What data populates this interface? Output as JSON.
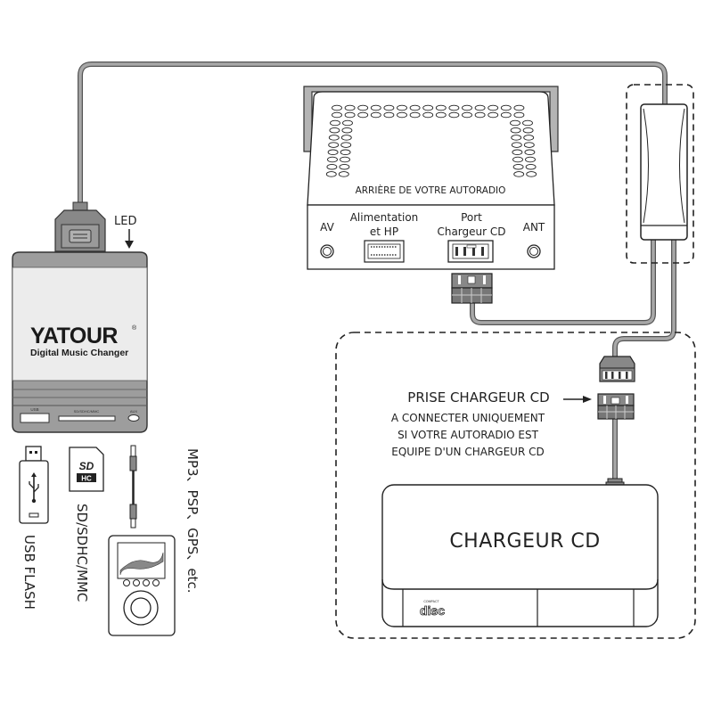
{
  "diagram": {
    "device": {
      "brand": "YATOUR",
      "registered_mark": "®",
      "subtitle": "Digital Music Changer",
      "led_label": "LED",
      "front_usb_label": "USB",
      "front_sd_label": "SD/SDHC/MMC",
      "front_aux_label": "AUX"
    },
    "sources": {
      "usb_label": "USB FLASH",
      "sd_label": "SD/SDHC/MMC",
      "sd_card_text": "SD",
      "sd_card_sub": "HC",
      "players_label": "MP3、PSP、GPS、etc."
    },
    "radio": {
      "title": "ARRIÈRE DE VOTRE AUTORADIO",
      "av_label": "AV",
      "power_label_line1": "Alimentation",
      "power_label_line2": "et HP",
      "port_label_line1": "Port",
      "port_label_line2": "Chargeur CD",
      "ant_label": "ANT"
    },
    "cd_changer_note": {
      "title": "PRISE CHARGEUR CD",
      "line1": "A CONNECTER UNIQUEMENT",
      "line2": "SI  VOTRE AUTORADIO EST",
      "line3": "EQUIPE D'UN CHARGEUR CD"
    },
    "cd_changer": {
      "label": "CHARGEUR CD",
      "logo_top": "COMPACT",
      "logo_main": "disc"
    }
  }
}
